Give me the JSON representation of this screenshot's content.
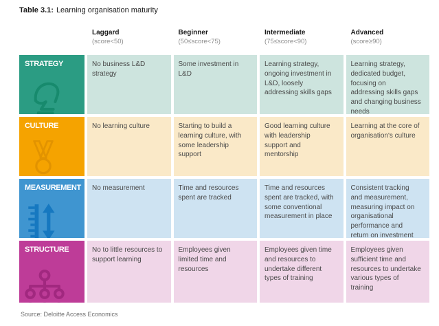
{
  "title": {
    "prefix": "Table 3.1:",
    "text": "Learning organisation maturity"
  },
  "columns": [
    {
      "label": "Laggard",
      "range": "(score<50)"
    },
    {
      "label": "Beginner",
      "range": "(50≤score<75)"
    },
    {
      "label": "Intermediate",
      "range": "(75≤score<90)"
    },
    {
      "label": "Advanced",
      "range": "(score≥90)"
    }
  ],
  "rows": [
    {
      "label": "STRATEGY",
      "icon": "chess-knight-icon",
      "header_color": "#2b9c83",
      "icon_color": "#178a6d",
      "cell_color": "#cde4de",
      "cells": [
        "No business L&D strategy",
        "Some investment in L&D",
        "Learning strategy, ongoing investment in L&D, loosely addressing skills gaps",
        "Learning strategy, dedicated budget, focusing on addressing skills gaps and changing business needs"
      ]
    },
    {
      "label": "CULTURE",
      "icon": "medal-icon",
      "header_color": "#f5a300",
      "icon_color": "#e29300",
      "cell_color": "#fae9c8",
      "cells": [
        "No learning culture",
        "Starting to build a learning culture, with some leadership support",
        "Good learning culture with leadership support and mentorship",
        "Learning at the core of organisation's culture"
      ]
    },
    {
      "label": "MEASUREMENT",
      "icon": "ruler-arrow-icon",
      "header_color": "#3f95d0",
      "icon_color": "#1678c0",
      "cell_color": "#cee3f2",
      "cells": [
        "No measurement",
        "Time and resources spent are tracked",
        "Time and resources spent are tracked, with some conventional measurement in place",
        "Consistent tracking and measurement, measuring impact on organisational performance and return on investment"
      ]
    },
    {
      "label": "STRUCTURE",
      "icon": "org-chart-icon",
      "header_color": "#be3c98",
      "icon_color": "#a1287f",
      "cell_color": "#f0d6e8",
      "cells": [
        "No to little resources to support learning",
        "Employees given limited time and resources",
        "Employees given time and resources to undertake different types of training",
        "Employees given sufficient time and resources to undertake various types of training"
      ]
    }
  ],
  "source": "Source: Deloitte Access Economics"
}
